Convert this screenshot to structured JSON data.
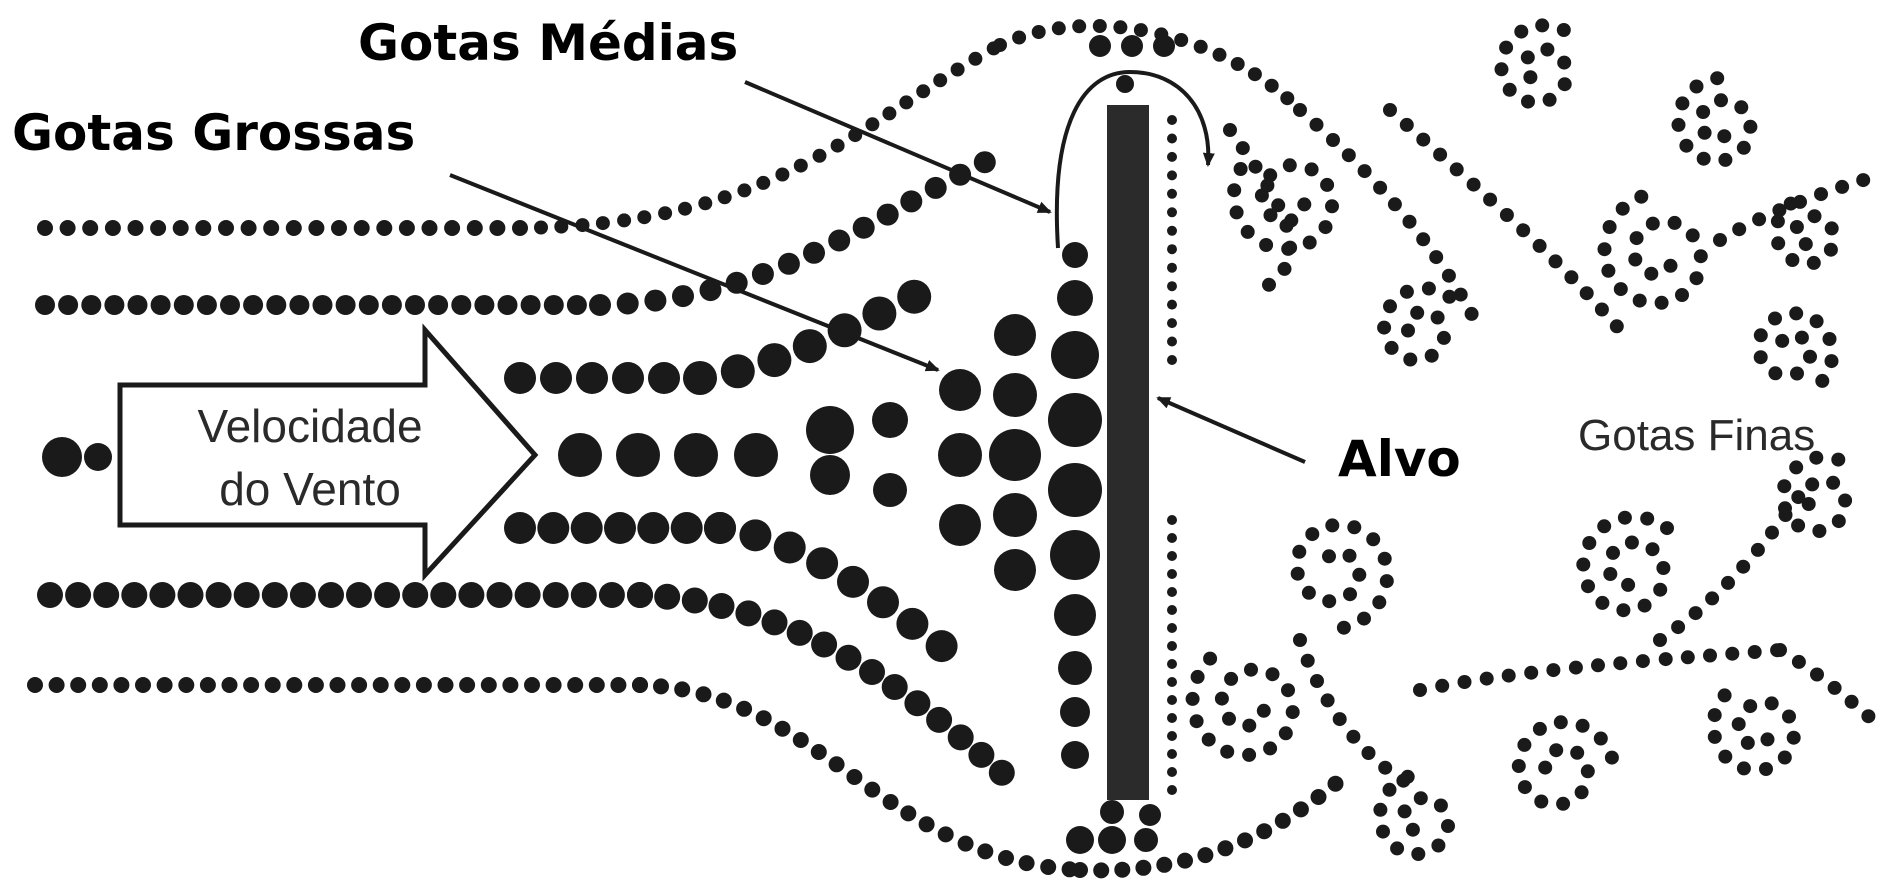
{
  "labels": {
    "medium_drops": "Gotas Médias",
    "coarse_drops": "Gotas Grossas",
    "target": "Alvo",
    "fine_drops": "Gotas Finas",
    "wind_speed_line1": "Velocidade",
    "wind_speed_line2": "do Vento"
  },
  "colors": {
    "ink": "#1a1a1a",
    "background": "#ffffff"
  }
}
